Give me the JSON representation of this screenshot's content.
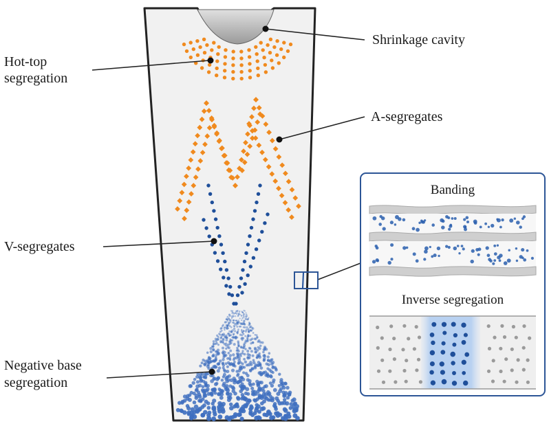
{
  "labels": {
    "shrinkage_cavity": "Shrinkage cavity",
    "hot_top_line1": "Hot-top",
    "hot_top_line2": "segregation",
    "a_segregates": "A-segregates",
    "v_segregates": "V-segregates",
    "negative_base_line1": "Negative base",
    "negative_base_line2": "segregation"
  },
  "inset": {
    "banding_title": "Banding",
    "inverse_title": "Inverse segregation"
  },
  "colors": {
    "ingot_fill": "#f1f1f1",
    "ingot_outline": "#222222",
    "hot_top_dots": "#f08a1e",
    "a_segregate_diamonds": "#f08a1e",
    "v_segregate_dots": "#1f4f9a",
    "base_dots": "#3f6fbf",
    "inset_border": "#2c5596",
    "cavity_fill": "#bdbdbd"
  }
}
